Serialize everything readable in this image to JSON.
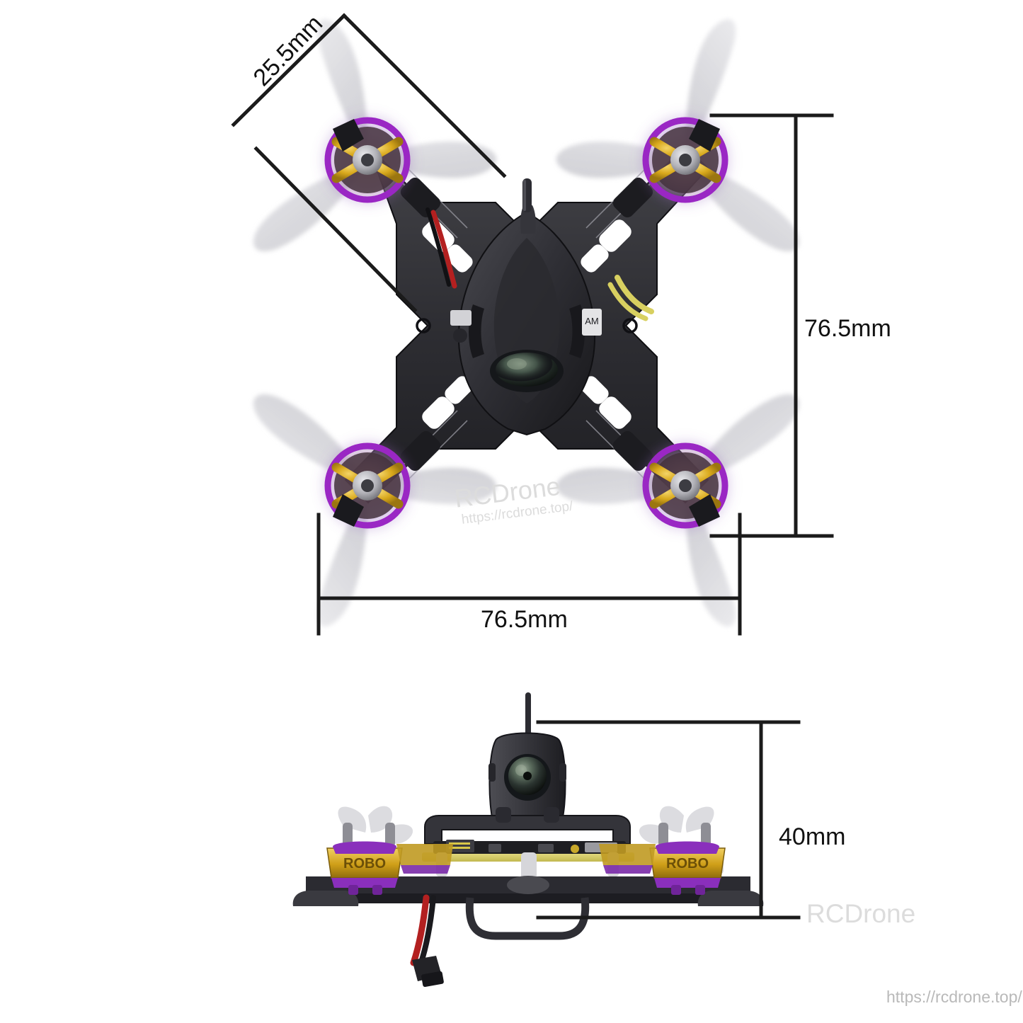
{
  "document": {
    "title": "RCDrone FPV Quadcopter Dimension Diagram",
    "background_color": "#ffffff"
  },
  "dimensions": {
    "diagonal": {
      "label": "25.5mm",
      "orientation": "diagonal",
      "describes": "motor-to-motor diagonal arm length"
    },
    "vertical": {
      "label": "76.5mm",
      "orientation": "vertical",
      "describes": "overall depth of top view"
    },
    "horizontal": {
      "label": "76.5mm",
      "orientation": "horizontal",
      "describes": "overall width of top view"
    },
    "height": {
      "label": "40mm",
      "orientation": "vertical",
      "describes": "overall height in side view"
    }
  },
  "watermarks": {
    "top_view": {
      "brand": "RCDrone",
      "url": "https://rcdrone.top/"
    },
    "side_view": {
      "brand": "RCDrone"
    },
    "footer_url": "https://rcdrone.top/"
  },
  "views": [
    {
      "name": "top-view",
      "description": "Quadcopter viewed from above showing X frame, four motors with propellers, central canopy and FPV camera"
    },
    {
      "name": "side-view",
      "description": "Quadcopter viewed from the front/side showing camera canopy, antenna, motors and battery lead"
    }
  ],
  "product": {
    "motor_brand": "ROBO",
    "colors": {
      "frame": "#2b2b2d",
      "carbon": "#36363a",
      "motor_ring": "#9a27c4",
      "motor_bell": "#d8a81c",
      "motor_hub": "#b8b8bc",
      "propeller": "#d9d9dc",
      "pcb": "#d8cf6a",
      "wire_red": "#b32020",
      "wire_yellow": "#d8d060",
      "dimension_line": "#1b1b1b",
      "watermark": "#dcdcdc"
    }
  }
}
